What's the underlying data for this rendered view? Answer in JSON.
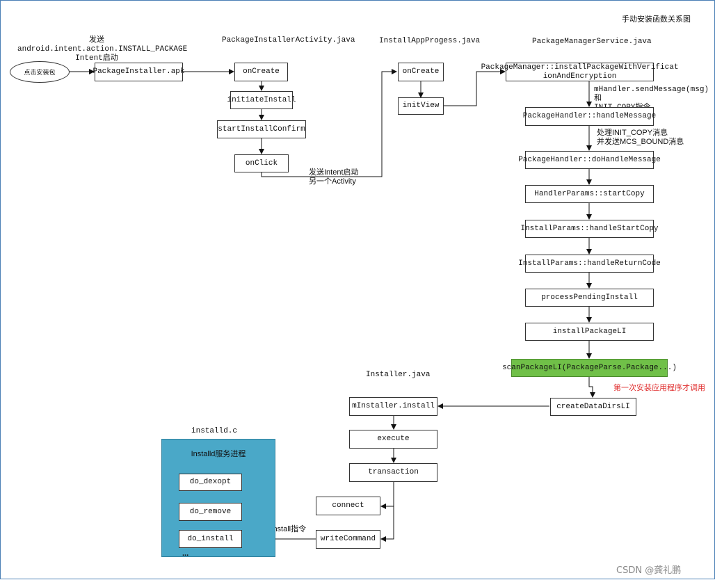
{
  "title": "手动安装函数关系图",
  "files": {
    "package_installer_activity": "PackageInstallerActivity.java",
    "install_app_progress": "InstallAppProgess.java",
    "package_manager_service": "PackageManagerService.java",
    "installer": "Installer.java",
    "installd": "installd.c"
  },
  "intent_label": "发送android.intent.action.INSTALL_PACKAGE\nIntent启动",
  "start_node": "点击安装包",
  "nodes": {
    "package_installer_apk": "PackageInstaller.apk",
    "on_create_1": "onCreate",
    "initiate_install": "initiateInstall",
    "start_install_confirm": "startInstallConfirm",
    "on_click": "onClick",
    "on_create_2": "onCreate",
    "init_view": "initView",
    "install_package_with_verification": "PackageManager::installPackageWithVerificat\nionAndEncryption",
    "handle_message": "PackageHandler::handleMessage",
    "do_handle_message": "PackageHandler::doHandleMessage",
    "start_copy": "HandlerParams::startCopy",
    "handle_start_copy": "InstallParams::handleStartCopy",
    "handle_return_code": "InstallParams::handleReturnCode",
    "process_pending_install": "processPendingInstall",
    "install_package_li": "installPackageLI",
    "scan_package_li": "scanPackageLI(PackageParse.Package...)",
    "create_data_dirs_li": "createDataDirsLI",
    "m_installer_install": "mInstaller.install",
    "execute": "execute",
    "transaction": "transaction",
    "connect": "connect",
    "write_command": "writeCommand"
  },
  "edge_labels": {
    "send_intent": "发送Intent启动\n另一个Activity",
    "send_message": "mHandler.sendMessage(msg)和\nINIT_COPY指令",
    "init_copy": "处理INIT_COPY消息\n并发送MCS_BOUND消息",
    "first_install_note": "第一次安装应用程序才调用",
    "send_install_cmd": "发送install指令"
  },
  "installd_panel": {
    "title": "Installd服务进程",
    "items": [
      "do_dexopt",
      "do_remove",
      "do_install"
    ],
    "more": "..."
  },
  "watermark": "CSDN @龚礼鹏",
  "colors": {
    "highlight": "#70c048",
    "panel": "#4aa8c8",
    "note": "#e03030",
    "frame": "#4a7fb5"
  }
}
